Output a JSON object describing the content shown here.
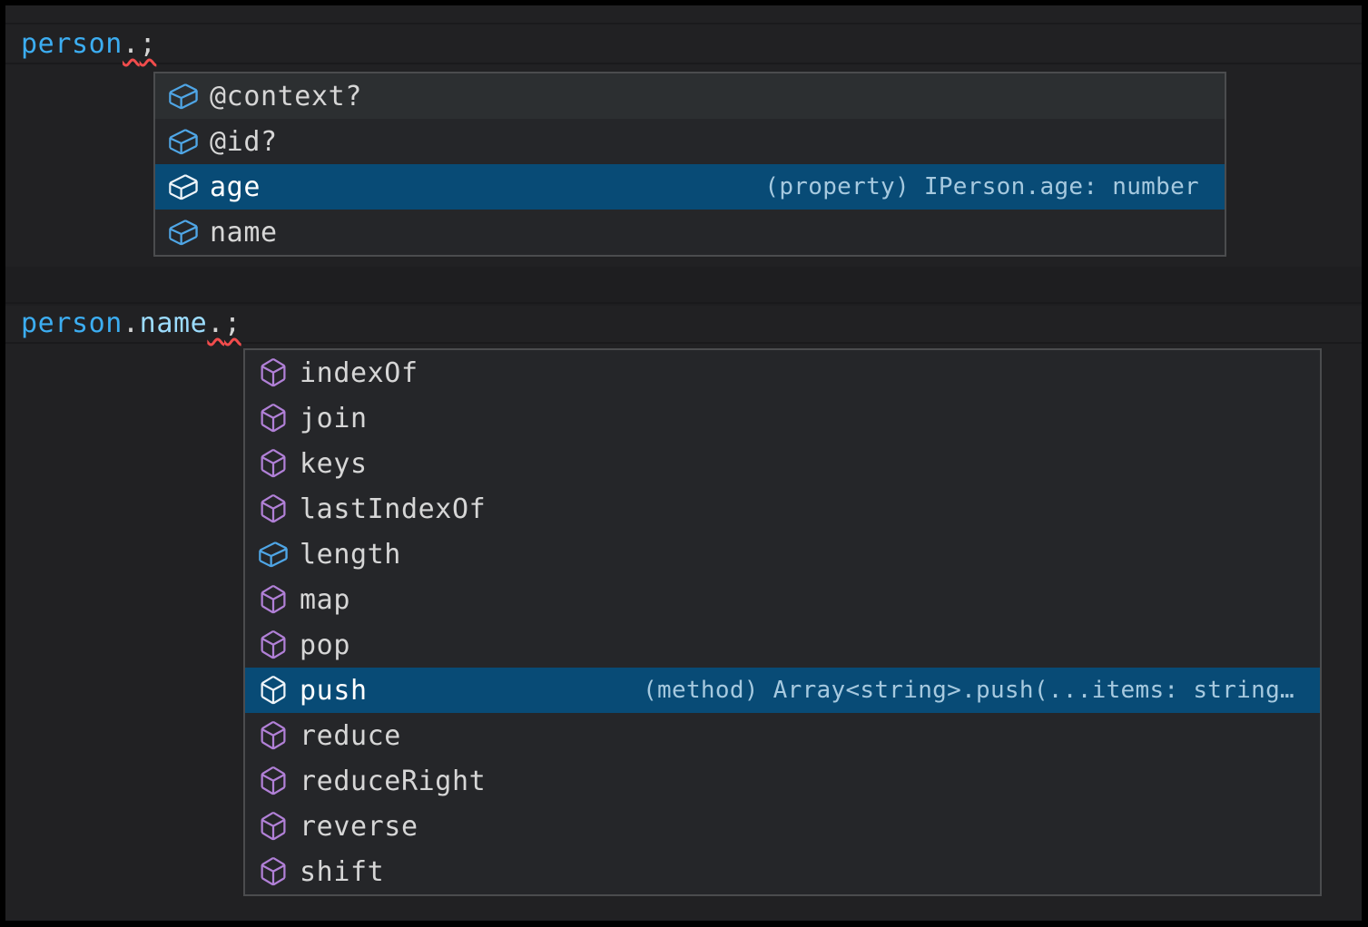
{
  "colors": {
    "selection_background": "#084b76",
    "field_icon_blue": "#4fa6e6",
    "method_icon_purple": "#b180d7",
    "error_squiggle_red": "#f14c4c",
    "identifier_blue": "#3cadf1",
    "member_blue": "#9cdcfe"
  },
  "editor_lines": {
    "line1": {
      "parts": [
        "person",
        ".",
        ";"
      ]
    },
    "line2": {
      "parts": [
        "person",
        ".",
        "name",
        ".",
        ";"
      ]
    }
  },
  "popup1": {
    "items": [
      {
        "label": "@context?",
        "kind": "field",
        "hover": true
      },
      {
        "label": "@id?",
        "kind": "field"
      },
      {
        "label": "age",
        "kind": "field",
        "selected": true,
        "detail": "(property) IPerson.age: number"
      },
      {
        "label": "name",
        "kind": "field"
      }
    ]
  },
  "popup2": {
    "items": [
      {
        "label": "indexOf",
        "kind": "method"
      },
      {
        "label": "join",
        "kind": "method"
      },
      {
        "label": "keys",
        "kind": "method"
      },
      {
        "label": "lastIndexOf",
        "kind": "method"
      },
      {
        "label": "length",
        "kind": "field"
      },
      {
        "label": "map",
        "kind": "method"
      },
      {
        "label": "pop",
        "kind": "method"
      },
      {
        "label": "push",
        "kind": "method",
        "selected": true,
        "detail": "(method) Array<string>.push(...items: string…"
      },
      {
        "label": "reduce",
        "kind": "method"
      },
      {
        "label": "reduceRight",
        "kind": "method"
      },
      {
        "label": "reverse",
        "kind": "method"
      },
      {
        "label": "shift",
        "kind": "method"
      }
    ]
  }
}
